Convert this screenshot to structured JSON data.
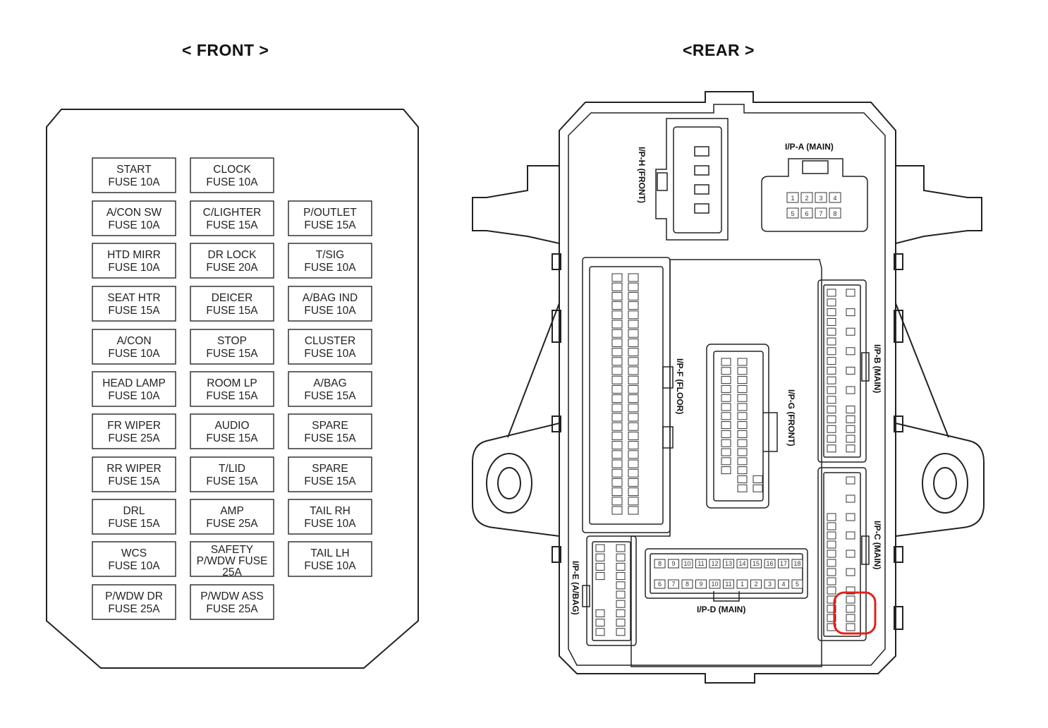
{
  "titles": {
    "front": "< FRONT >",
    "rear": "<REAR >"
  },
  "fuses": [
    {
      "name": "START",
      "rating": "FUSE 10A"
    },
    {
      "name": "CLOCK",
      "rating": "FUSE 10A"
    },
    {
      "name": "",
      "rating": ""
    },
    {
      "name": "A/CON SW",
      "rating": "FUSE 10A"
    },
    {
      "name": "C/LIGHTER",
      "rating": "FUSE 15A"
    },
    {
      "name": "P/OUTLET",
      "rating": "FUSE 15A"
    },
    {
      "name": "HTD MIRR",
      "rating": "FUSE 10A"
    },
    {
      "name": "DR  LOCK",
      "rating": "FUSE 20A"
    },
    {
      "name": "T/SIG",
      "rating": "FUSE 10A"
    },
    {
      "name": "SEAT HTR",
      "rating": "FUSE 15A"
    },
    {
      "name": "DEICER",
      "rating": "FUSE 15A"
    },
    {
      "name": "A/BAG IND",
      "rating": "FUSE 10A"
    },
    {
      "name": "A/CON",
      "rating": "FUSE 10A"
    },
    {
      "name": "STOP",
      "rating": "FUSE 15A"
    },
    {
      "name": "CLUSTER",
      "rating": "FUSE 10A"
    },
    {
      "name": "HEAD LAMP",
      "rating": "FUSE 10A"
    },
    {
      "name": "ROOM LP",
      "rating": "FUSE 15A"
    },
    {
      "name": "A/BAG",
      "rating": "FUSE 15A"
    },
    {
      "name": "FR WIPER",
      "rating": "FUSE 25A"
    },
    {
      "name": "AUDIO",
      "rating": "FUSE 15A"
    },
    {
      "name": "SPARE",
      "rating": "FUSE 15A"
    },
    {
      "name": "RR WIPER",
      "rating": "FUSE 15A"
    },
    {
      "name": "T/LID",
      "rating": "FUSE 15A"
    },
    {
      "name": "SPARE",
      "rating": "FUSE 15A"
    },
    {
      "name": "DRL",
      "rating": "FUSE 15A"
    },
    {
      "name": "AMP",
      "rating": "FUSE 25A"
    },
    {
      "name": "TAIL RH",
      "rating": "FUSE 10A"
    },
    {
      "name": "WCS",
      "rating": "FUSE 10A"
    },
    {
      "name": "SAFETY P/WDW FUSE 25A",
      "rating": ""
    },
    {
      "name": "TAIL LH",
      "rating": "FUSE 10A"
    },
    {
      "name": "P/WDW DR",
      "rating": "FUSE 25A"
    },
    {
      "name": "P/WDW ASS",
      "rating": "FUSE 25A"
    },
    {
      "name": "",
      "rating": ""
    }
  ],
  "safety_lines": [
    "SAFETY",
    "P/WDW FUSE",
    "25A"
  ],
  "connectors": {
    "ipa": "I/P-A (MAIN)",
    "iph": "I/P-H (FRONT)",
    "ipf": "I/P-F (FLOOR)",
    "ipg": "I/P-G (FRONT)",
    "ipb": "I/P-B (MAIN)",
    "ipc": "I/P-C (MAIN)",
    "ipd": "I/P-D (MAIN)",
    "ipe": "I/P-E (A/BAG)"
  },
  "ipa_pins": [
    "1",
    "2",
    "3",
    "4",
    "5",
    "6",
    "7",
    "8"
  ],
  "ipd_top_pins": [
    "8",
    "9",
    "10",
    "11",
    "12",
    "13",
    "14",
    "15",
    "16",
    "17",
    "18"
  ],
  "ipd_bottom_pins": [
    "6",
    "7",
    "8",
    "9",
    "10",
    "11",
    "1",
    "2",
    "3",
    "4",
    "5"
  ],
  "highlight_color": "#e0221b"
}
